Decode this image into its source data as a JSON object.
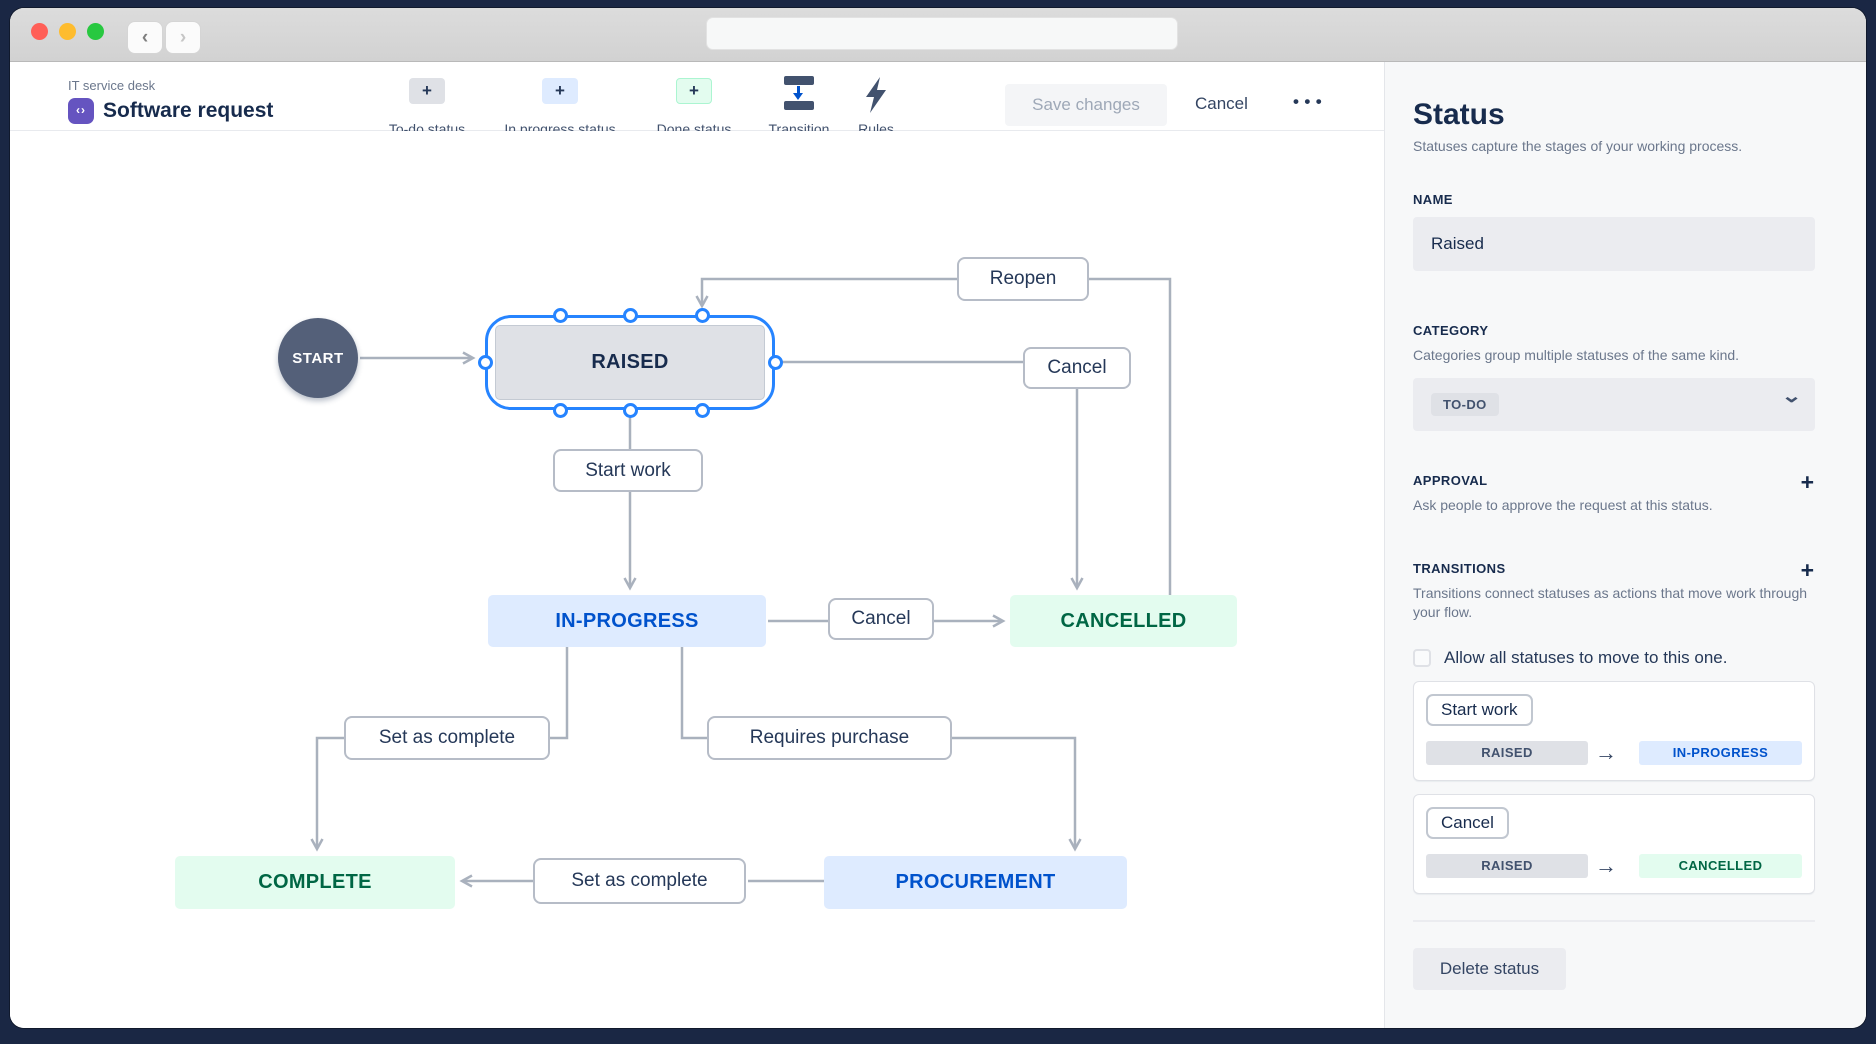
{
  "header": {
    "breadcrumb": "IT service desk",
    "title": "Software request",
    "toolbar": {
      "todo": "To-do status",
      "in_progress": "In progress status",
      "done": "Done status",
      "transition": "Transition",
      "rules": "Rules"
    },
    "save_label": "Save changes",
    "cancel_label": "Cancel"
  },
  "diagram": {
    "start": "START",
    "raised": "RAISED",
    "in_progress": "IN-PROGRESS",
    "cancelled": "CANCELLED",
    "complete": "COMPLETE",
    "procurement": "PROCUREMENT",
    "labels": {
      "reopen": "Reopen",
      "cancel_top": "Cancel",
      "start_work": "Start work",
      "cancel_mid": "Cancel",
      "set_complete_left": "Set as complete",
      "requires_purchase": "Requires purchase",
      "set_complete_bottom": "Set as complete"
    }
  },
  "sidebar": {
    "title": "Status",
    "subtitle": "Statuses capture the stages of your working process.",
    "name_label": "NAME",
    "name_value": "Raised",
    "category_label": "CATEGORY",
    "category_desc": "Categories group multiple statuses of the same kind.",
    "category_value": "TO-DO",
    "approval_label": "APPROVAL",
    "approval_desc": "Ask people to approve the request at this status.",
    "transitions_label": "TRANSITIONS",
    "transitions_desc": "Transitions connect statuses as actions that move work through your flow.",
    "allow_all_label": "Allow all statuses to move to this one.",
    "cards": [
      {
        "action": "Start work",
        "from": "RAISED",
        "to": "IN-PROGRESS"
      },
      {
        "action": "Cancel",
        "from": "RAISED",
        "to": "CANCELLED"
      }
    ],
    "delete_label": "Delete status"
  },
  "colors": {
    "accent_blue": "#0052cc",
    "light_blue": "#deebff",
    "green": "#006644",
    "light_green": "#e3fcef",
    "gray_node": "#dfe1e6",
    "selection_blue": "#2684ff",
    "edge_gray": "#a9b1bd",
    "navy_text": "#172b4d",
    "project_purple": "#6554c0"
  }
}
